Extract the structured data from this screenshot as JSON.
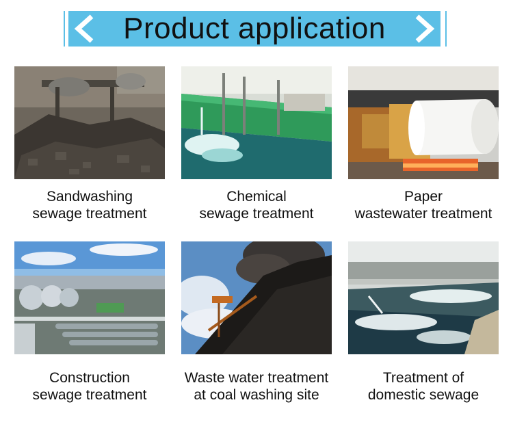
{
  "header": {
    "title": "Product application"
  },
  "items": [
    {
      "line1": "Sandwashing",
      "line2": "sewage treatment"
    },
    {
      "line1": "Chemical",
      "line2": "sewage treatment"
    },
    {
      "line1": "Paper",
      "line2": "wastewater treatment"
    },
    {
      "line1": "Construction",
      "line2": "sewage treatment"
    },
    {
      "line1": "Waste water treatment",
      "line2": "at coal washing site"
    },
    {
      "line1": "Treatment of",
      "line2": "domestic sewage"
    }
  ],
  "colors": {
    "banner": "#5bbfe6",
    "text": "#111111"
  }
}
